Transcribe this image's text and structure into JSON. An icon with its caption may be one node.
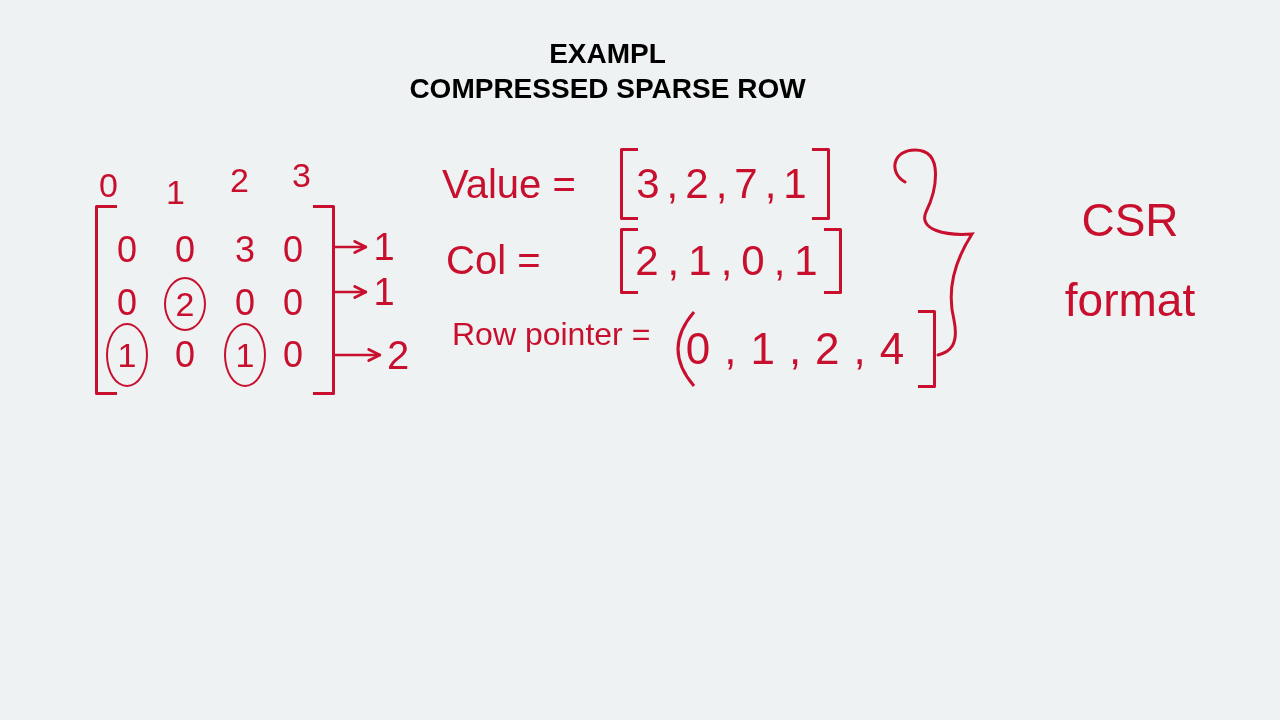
{
  "diagram": {
    "title": "EXAMPL COMPRESSED SPARSE ROW",
    "nodes": [
      {
        "text": [
          "0",
          "0",
          "3",
          "0",
          "0",
          "0",
          "0",
          "0",
          "0"
        ]
      },
      {
        "text": [
          "2"
        ],
        "in": 0
      },
      {
        "text": [
          "1"
        ],
        "in": 0
      },
      {
        "text": [
          "1"
        ],
        "in": 0
      },
      {
        "text": [
          "1"
        ]
      },
      {
        "text": [
          "1"
        ]
      },
      {
        "text": [
          "2"
        ]
      },
      {
        "text": [
          "3,2,7,1"
        ],
        "beside": [
          "Value ="
        ]
      },
      {
        "text": [
          "2,1,0,1"
        ],
        "beside": [
          "Col ="
        ]
      },
      {
        "text": [
          "0,1,2,4"
        ],
        "beside": [
          "Row pointer ="
        ]
      }
    ],
    "edges": [
      {
        "from": 0,
        "to": 4,
        "arrow": "to"
      },
      {
        "from": 0,
        "to": 5,
        "arrow": "to"
      },
      {
        "from": 0,
        "to": 6,
        "arrow": "to"
      }
    ],
    "labels": [
      "0",
      "1",
      "2",
      "3",
      "CSR format"
    ]
  }
}
